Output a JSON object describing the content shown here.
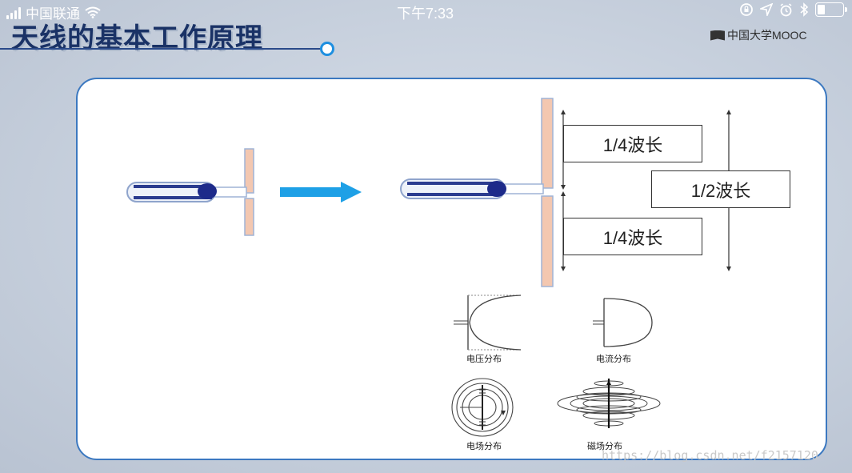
{
  "status_bar": {
    "carrier": "中国联通",
    "time": "下午7:33"
  },
  "slide": {
    "title": "天线的基本工作原理",
    "logo_text": "中国大学MOOC"
  },
  "diagram": {
    "quarter_wave_top": "1/4波长",
    "half_wave": "1/2波长",
    "quarter_wave_bottom": "1/4波长"
  },
  "captions": {
    "voltage": "电压分布",
    "current": "电流分布",
    "electric_field": "电场分布",
    "magnetic_field": "磁场分布"
  },
  "watermark": "https://blog.csdn.net/f2157120",
  "colors": {
    "title": "#1a3266",
    "arrow": "#1ea0e6",
    "card_border": "#3b78c0",
    "dipole": "#f3c7b0"
  }
}
